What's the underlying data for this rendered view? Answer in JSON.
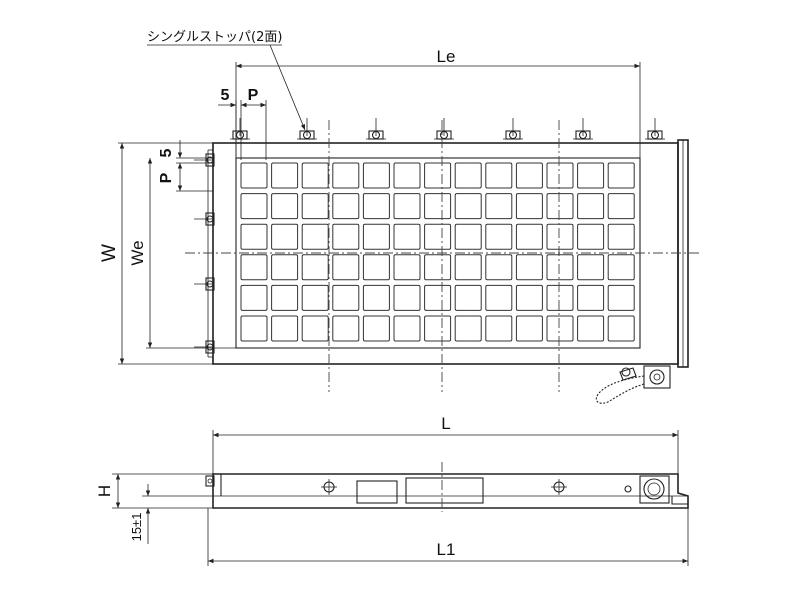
{
  "callout": {
    "label": "シングルストッパ(2面)"
  },
  "dimensions": {
    "Le": "Le",
    "five_top": "5",
    "P_top": "P",
    "five_side": "5",
    "P_side": "P",
    "W": "W",
    "We": "We",
    "L": "L",
    "H": "H",
    "tolerance": "15±1",
    "L1": "L1"
  },
  "grid": {
    "rows": 6,
    "cols": 13
  },
  "colors": {
    "line": "#222222",
    "background": "#ffffff"
  }
}
